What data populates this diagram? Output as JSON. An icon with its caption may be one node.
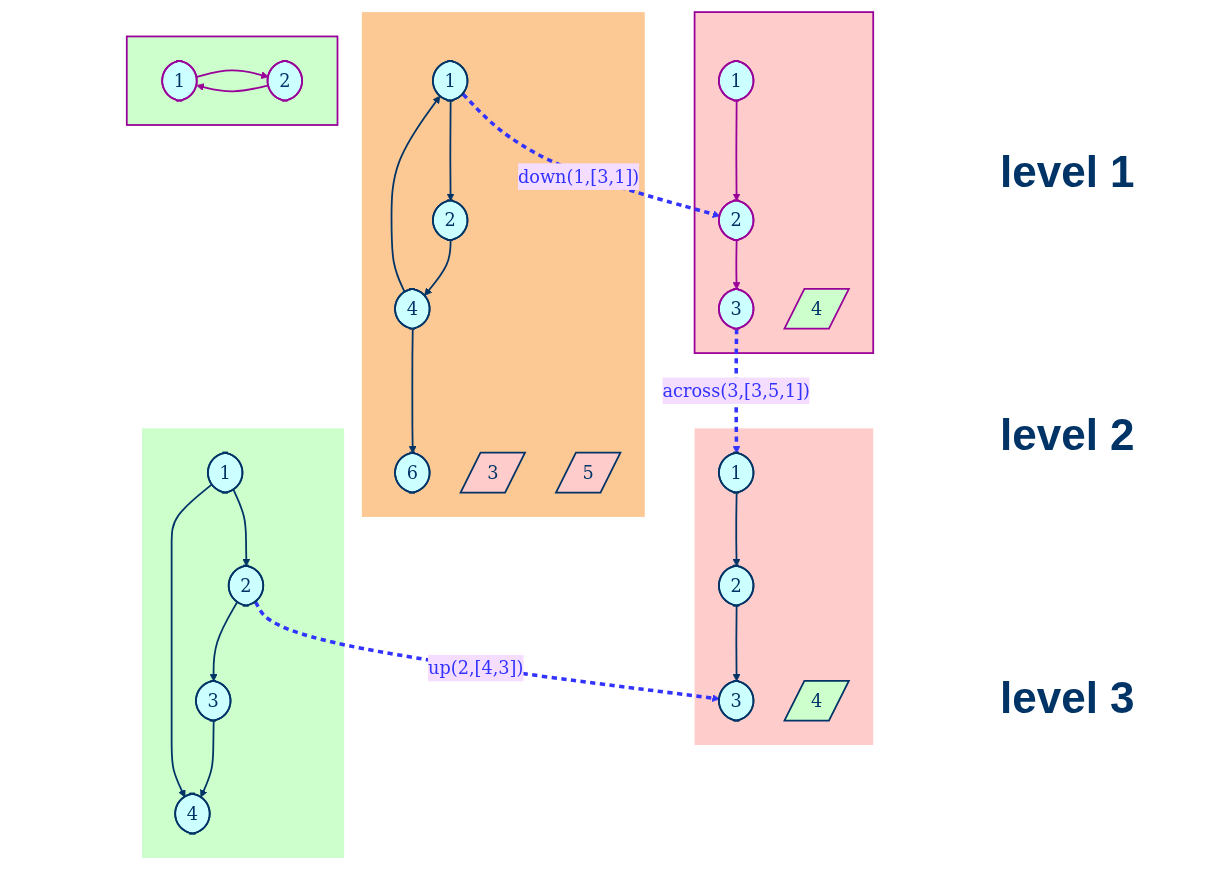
{
  "diagram": {
    "nodes": [
      {
        "text": [],
        "shape": "box"
      },
      {
        "text": [
          "1"
        ],
        "in": 0
      },
      {
        "text": [
          "2"
        ],
        "in": 0
      },
      {
        "text": [
          "4"
        ],
        "in": 0
      },
      {
        "text": [
          "6"
        ],
        "in": 0
      },
      {
        "text": [
          "3"
        ],
        "in": 0
      },
      {
        "text": [
          "5"
        ],
        "in": 0
      },
      {
        "text": [],
        "shape": "box"
      },
      {
        "text": [
          "1"
        ],
        "in": 7
      },
      {
        "text": [
          "2"
        ],
        "in": 7
      },
      {
        "text": [
          "3"
        ],
        "in": 7
      },
      {
        "text": [
          "4"
        ],
        "in": 7
      },
      {
        "text": [],
        "shape": "box"
      },
      {
        "text": [
          "1"
        ],
        "in": 12
      },
      {
        "text": [
          "2"
        ],
        "in": 12
      },
      {
        "text": [],
        "shape": "box"
      },
      {
        "text": [
          "1"
        ],
        "in": 15
      },
      {
        "text": [
          "2"
        ],
        "in": 15
      },
      {
        "text": [
          "3"
        ],
        "in": 15
      },
      {
        "text": [
          "4"
        ],
        "in": 15
      },
      {
        "text": [],
        "shape": "box"
      },
      {
        "text": [
          "1"
        ],
        "in": 20
      },
      {
        "text": [
          "2"
        ],
        "in": 20
      },
      {
        "text": [
          "3"
        ],
        "in": 20
      },
      {
        "text": [
          "4"
        ],
        "in": 20
      }
    ],
    "edges": [
      {
        "from": 1,
        "to": 2,
        "arrow": "to"
      },
      {
        "from": 2,
        "to": 3,
        "arrow": "to"
      },
      {
        "from": 3,
        "to": 1,
        "arrow": "to"
      },
      {
        "from": 3,
        "to": 4,
        "arrow": "to"
      },
      {
        "from": 8,
        "to": 9,
        "arrow": "to",
        "color": "#990099"
      },
      {
        "from": 9,
        "to": 10,
        "arrow": "to",
        "color": "#990099"
      },
      {
        "from": 13,
        "to": 14,
        "arrow": "to",
        "color": "#990099"
      },
      {
        "from": 14,
        "to": 13,
        "arrow": "to",
        "color": "#990099"
      },
      {
        "from": 16,
        "to": 17,
        "arrow": "to"
      },
      {
        "from": 17,
        "to": 18,
        "arrow": "to"
      },
      {
        "from": 21,
        "to": 22,
        "arrow": "to"
      },
      {
        "from": 22,
        "to": 23,
        "arrow": "to"
      },
      {
        "from": 23,
        "to": 24,
        "arrow": "to"
      },
      {
        "from": 21,
        "to": 24,
        "arrow": "to"
      },
      {
        "from": 1,
        "to": 9,
        "arrow": "to",
        "label": "down(1,[3,1])",
        "style": "dashed",
        "color": "#3333ff"
      },
      {
        "from": 10,
        "to": 16,
        "arrow": "to",
        "label": "across(3,[3,5,1])",
        "style": "dashed",
        "color": "#3333ff"
      },
      {
        "from": 22,
        "to": 18,
        "arrow": "to",
        "label": "up(2,[4,3])",
        "style": "dashed",
        "color": "#3333ff"
      }
    ],
    "labels": [
      "level 1",
      "level 2",
      "level 3"
    ]
  }
}
